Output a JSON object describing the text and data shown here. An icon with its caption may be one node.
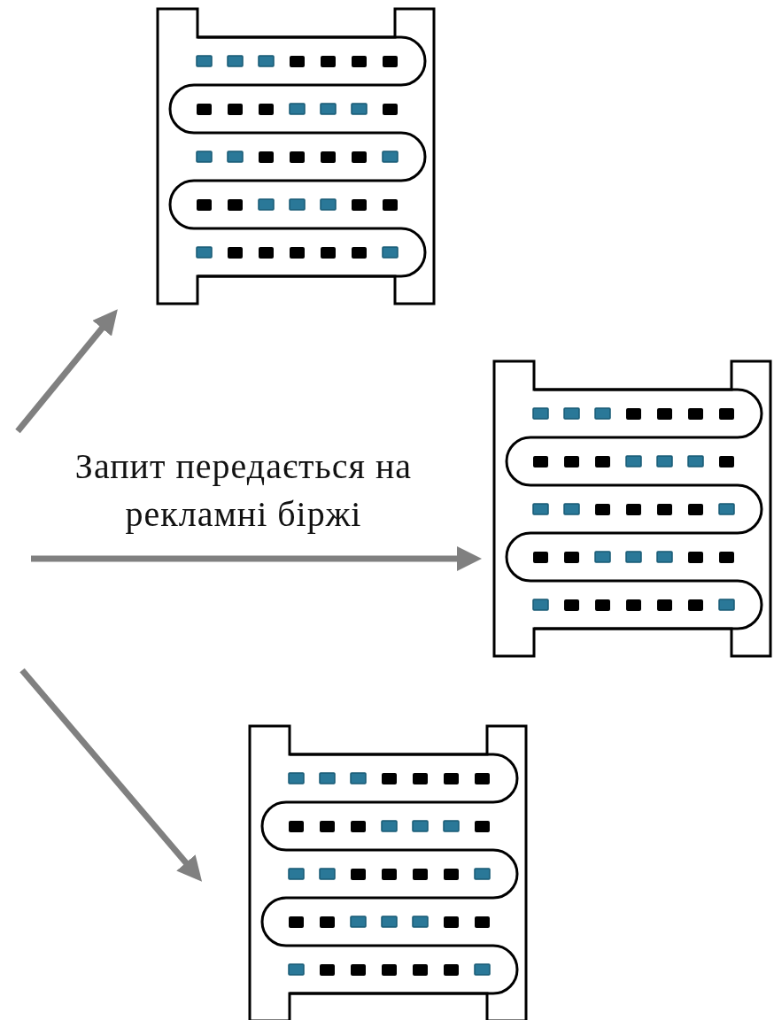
{
  "diagram": {
    "nodes": [
      {
        "text": [],
        "shape": "picture"
      },
      {
        "text": [],
        "shape": "picture"
      },
      {
        "text": [],
        "shape": "picture"
      }
    ],
    "edges": [
      {
        "from": null,
        "to": 0,
        "arrow": "to"
      },
      {
        "from": null,
        "to": 1,
        "arrow": "to"
      },
      {
        "from": null,
        "to": 2,
        "arrow": "to"
      }
    ],
    "labels": [
      "Запит передається на рекламні біржі"
    ]
  }
}
